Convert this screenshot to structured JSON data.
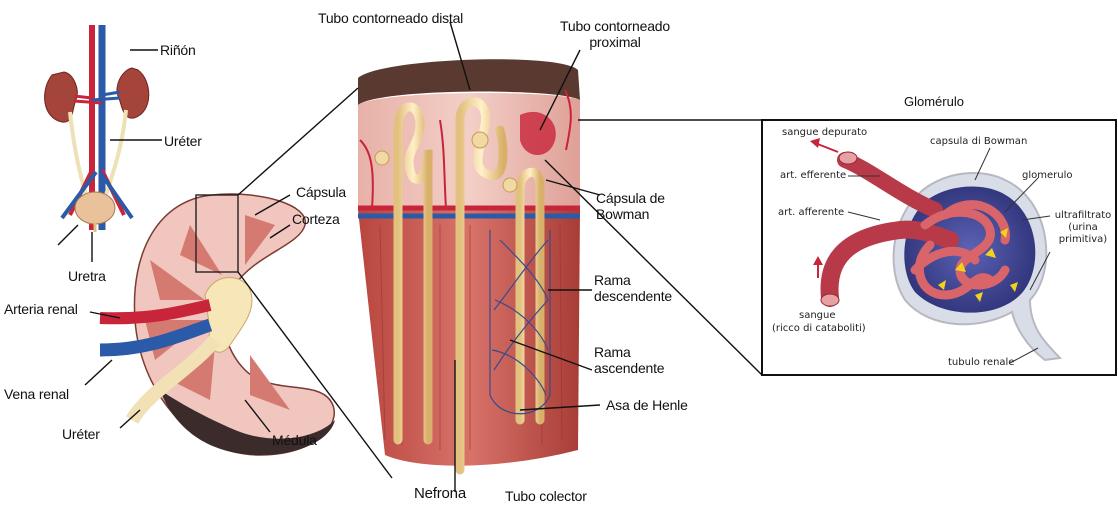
{
  "labels": {
    "rinon": "Riñón",
    "ureter_top": "Uréter",
    "uretra": "Uretra",
    "arteria_renal": "Arteria renal",
    "vena_renal": "Vena renal",
    "ureter_bottom": "Uréter",
    "capsula": "Cápsula",
    "corteza": "Corteza",
    "medula": "Médula",
    "tubo_distal": "Tubo contorneado distal",
    "tubo_proximal": "Tubo contorneado proximal",
    "capsula_bowman": "Cápsula de Bowman",
    "rama_descendente": "Rama descendente",
    "rama_ascendente": "Rama ascendente",
    "asa_henle": "Asa de Henle",
    "nefrona": "Nefrona",
    "tubo_colector": "Tubo colector"
  },
  "glomerulo": {
    "title": "Glomérulo",
    "sangue_depurato": "sangue depurato",
    "capsula_bowman": "capsula di Bowman",
    "art_efferente": "art. efferente",
    "glomerulo": "glomerulo",
    "art_afferente": "art. afferente",
    "ultrafiltrato": "ultrafiltrato (urina primitiva)",
    "sangue": "sangue",
    "ricco": "(ricco di cataboliti)",
    "tubulo_renale": "tubulo renale"
  },
  "colors": {
    "artery": "#c8243a",
    "vein": "#2a5aa8",
    "tubule": "#f1d9a3",
    "cortex": "#e9b6ae",
    "medulla": "#c95a50",
    "capsule_fill": "#3a3f8f",
    "glomerulus": "#d9646a"
  }
}
